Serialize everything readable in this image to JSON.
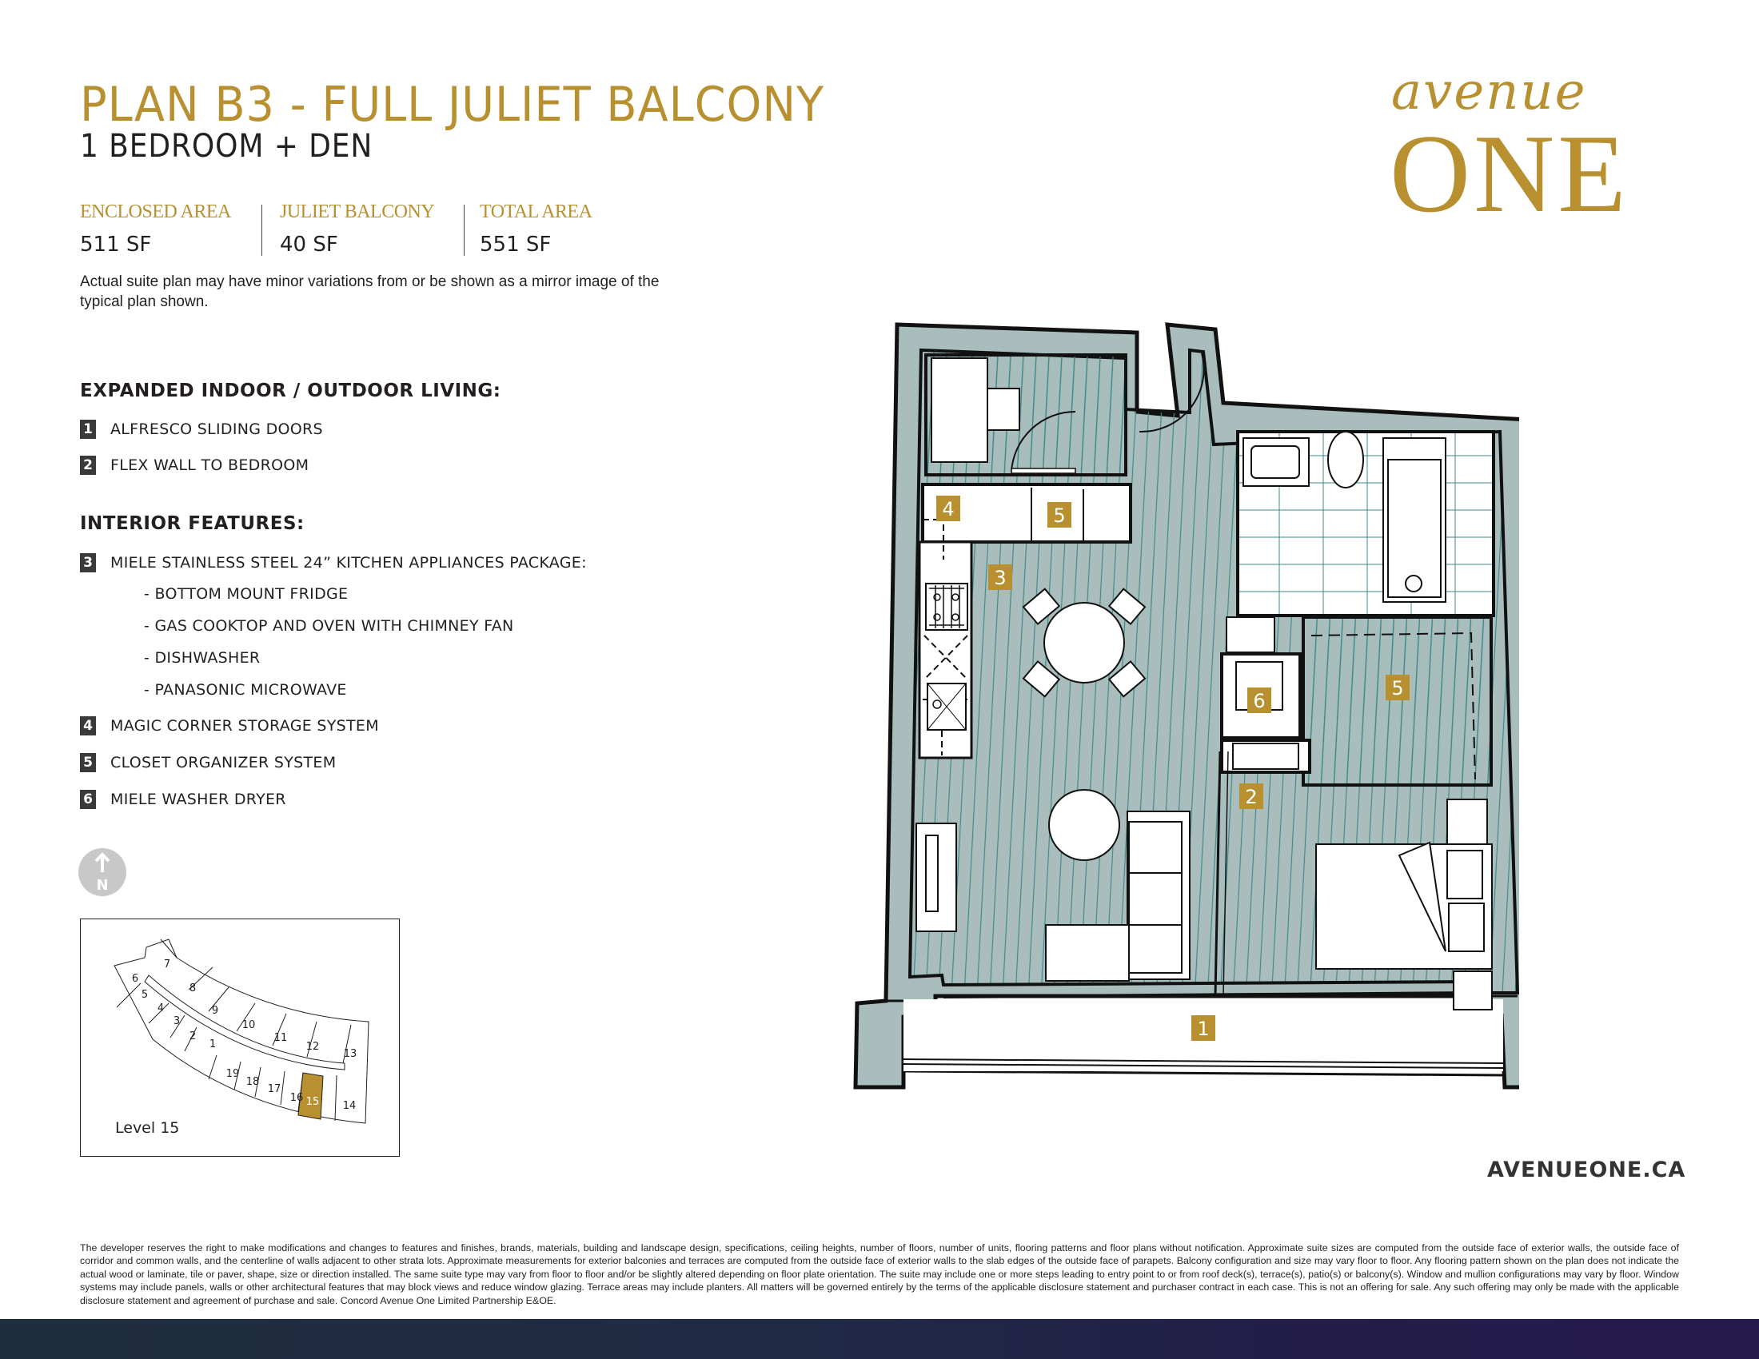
{
  "header": {
    "title": "PLAN B3 - FULL JULIET BALCONY",
    "subtitle": "1 BEDROOM + DEN"
  },
  "areas": [
    {
      "label": "ENCLOSED AREA",
      "value": "511 SF"
    },
    {
      "label": "JULIET BALCONY",
      "value": "40 SF"
    },
    {
      "label": "TOTAL AREA",
      "value": "551 SF"
    }
  ],
  "plan_note": "Actual suite plan may have minor variations from or be shown as a mirror image of the typical plan shown.",
  "sections": {
    "outdoor": {
      "heading": "EXPANDED INDOOR / OUTDOOR LIVING:",
      "items": [
        {
          "num": "1",
          "text": "ALFRESCO SLIDING DOORS"
        },
        {
          "num": "2",
          "text": "FLEX WALL TO BEDROOM"
        }
      ]
    },
    "interior": {
      "heading": "INTERIOR FEATURES:",
      "items": [
        {
          "num": "3",
          "text": "MIELE STAINLESS STEEL 24” KITCHEN APPLIANCES PACKAGE:"
        },
        {
          "num": "4",
          "text": "MAGIC CORNER STORAGE SYSTEM"
        },
        {
          "num": "5",
          "text": "CLOSET ORGANIZER SYSTEM"
        },
        {
          "num": "6",
          "text": "MIELE WASHER DRYER"
        }
      ],
      "sub_items": [
        "- BOTTOM MOUNT FRIDGE",
        "- GAS COOKTOP AND OVEN WITH CHIMNEY FAN",
        "- DISHWASHER",
        "- PANASONIC MICROWAVE"
      ]
    }
  },
  "north_arrow": {
    "label": "N",
    "icon": "north-arrow-icon"
  },
  "keyplan": {
    "level_label": "Level 15",
    "units": [
      "1",
      "2",
      "3",
      "4",
      "5",
      "6",
      "7",
      "8",
      "9",
      "10",
      "11",
      "12",
      "13",
      "14",
      "15",
      "16",
      "17",
      "18",
      "19"
    ],
    "highlighted_unit": "15"
  },
  "floorplan": {
    "markers": [
      "1",
      "2",
      "3",
      "4",
      "5",
      "5",
      "6"
    ]
  },
  "brand": {
    "script": "avenue",
    "wordmark": "ONE",
    "website": "AVENUEONE.CA"
  },
  "colors": {
    "gold": "#b8902f",
    "wall": "#a9bdbd",
    "floor_line": "#3f8a8c",
    "badge_dark": "#3a3a3a",
    "footer_start": "#1f2e3e",
    "footer_end": "#251a4c"
  },
  "legal": "The developer reserves the right to make modifications and changes to features and finishes, brands, materials, building and landscape design, specifications, ceiling heights, number of floors, number of units, flooring patterns and floor plans without notification. Approximate suite sizes are computed from the outside face of exterior walls, the outside face of corridor and common walls, and the centerline of walls adjacent to other strata lots. Approximate measurements for exterior balconies and terraces are computed from the outside face of exterior walls to the slab edges of the outside face of parapets. Balcony configuration and size may vary floor to floor. Any flooring pattern shown on the plan does not indicate the actual wood or laminate, tile or paver, shape, size or direction installed. The same suite type may vary from floor to floor and/or be slightly altered depending on floor plate orientation. The suite may include one or more steps leading to entry point to or from roof deck(s), terrace(s), patio(s) or balcony(s).  Window and mullion configurations may vary by floor. Window systems may include panels, walls or other architectural features that may block views and reduce window glazing. Terrace areas may include planters. All matters will be governed entirely by the terms of the applicable disclosure statement and purchaser contract in each case. This is not an offering for sale. Any such offering may only be made with the applicable disclosure statement and agreement of purchase and sale. Concord Avenue One Limited Partnership E&OE."
}
